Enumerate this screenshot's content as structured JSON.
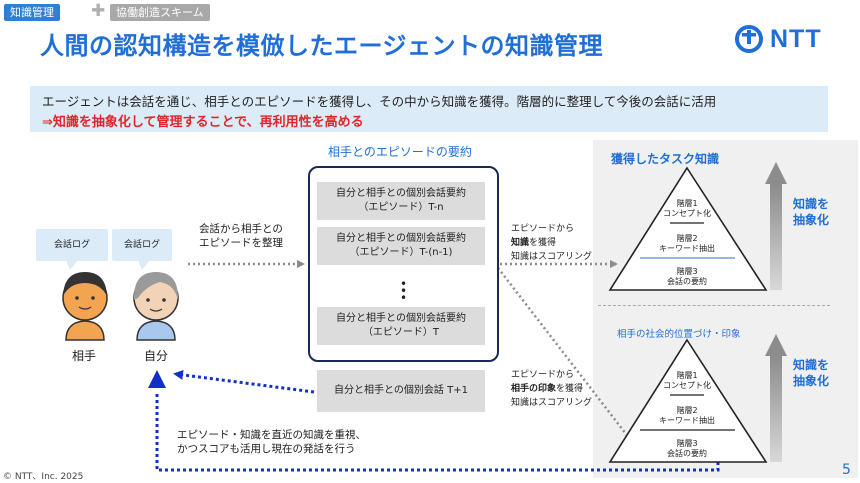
{
  "tags": {
    "primary": "知識管理",
    "secondary": "協働創造スキーム"
  },
  "title": "人間の認知構造を模倣したエージェントの知識管理",
  "logo": {
    "text": "NTT"
  },
  "banner": {
    "line1": "エージェントは会話を通じ、相手とのエピソードを獲得し、その中から知識を獲得。階層的に整理して今後の会話に活用",
    "line2": "⇒知識を抽象化して管理することで、再利用性を高める"
  },
  "left": {
    "bubble_partner": "会話ログ",
    "bubble_self": "会話ログ",
    "partner_label": "相手",
    "self_label": "自分",
    "arrow_label": [
      "会話から相手との",
      "エピソードを整理"
    ]
  },
  "summary": {
    "title": "相手とのエピソードの要約",
    "boxes": [
      [
        "自分と相手との個別会話要約",
        "（エピソード）T-n"
      ],
      [
        "自分と相手との個別会話要約",
        "（エピソード）T-(n-1)"
      ],
      [
        "自分と相手との個別会話要約",
        "（エピソード）T"
      ]
    ],
    "current_box": "自分と相手との個別会話 T+1"
  },
  "task_arrow": {
    "l1": "エピソードから",
    "l2_bold": "知識",
    "l2_rest": "を獲得",
    "l3": "知識はスコアリング"
  },
  "impression_arrow": {
    "l1": "エピソードから",
    "l2_bold": "相手の印象",
    "l2_rest": "を獲得",
    "l3": "知識はスコアリング"
  },
  "bottom_note": [
    "エピソード・知識を直近の知識を重視、",
    "かつスコアも活用し現在の発話を行う"
  ],
  "task_panel": {
    "title": "獲得したタスク知識",
    "levels": [
      [
        "階層1",
        "コンセプト化"
      ],
      [
        "階層2",
        "キーワード抽出"
      ],
      [
        "階層3",
        "会話の要約"
      ]
    ],
    "side_label": [
      "知識を",
      "抽象化"
    ]
  },
  "impression_panel": {
    "title": "相手の社会的位置づけ・印象",
    "levels": [
      [
        "階層1",
        "コンセプト化"
      ],
      [
        "階層2",
        "キーワード抽出"
      ],
      [
        "階層3",
        "会話の要約"
      ]
    ],
    "side_label": [
      "知識を",
      "抽象化"
    ]
  },
  "footer": "© NTT、Inc.  2025",
  "page_number": "5",
  "colors": {
    "accent": "#1f6fd6",
    "emphasis": "#e0262b",
    "banner_bg": "#dcebf8",
    "box_bg": "#dcdcdc",
    "arrow_gray": "#8a8a8a",
    "arrow_blue": "#1230c8"
  }
}
